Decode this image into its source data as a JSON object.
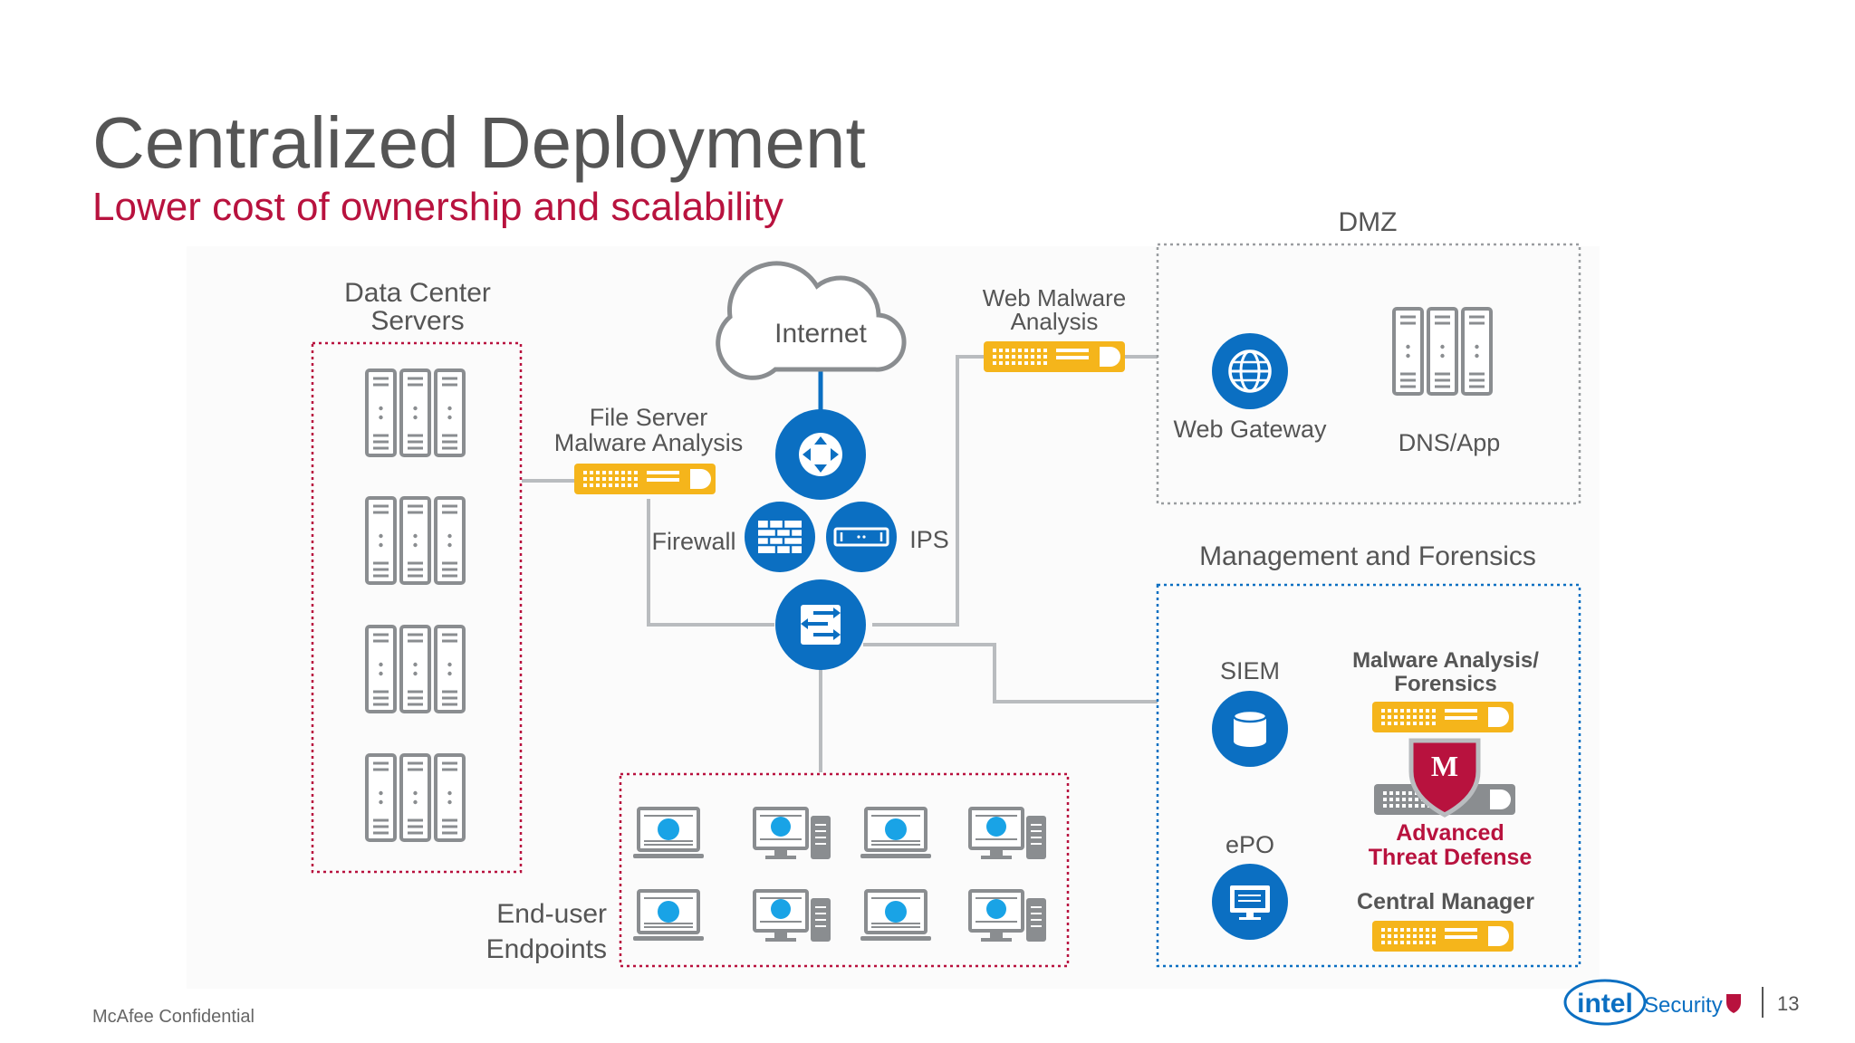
{
  "slide": {
    "title": "Centralized Deployment",
    "subtitle": "Lower cost of ownership and scalability",
    "footer": "McAfee Confidential",
    "page_number": "13",
    "logo_text": "intel",
    "logo_suffix": "Security"
  },
  "labels": {
    "data_center_1": "Data Center",
    "data_center_2": "Servers",
    "internet": "Internet",
    "file_server_1": "File Server",
    "file_server_2": "Malware Analysis",
    "web_malware_1": "Web Malware",
    "web_malware_2": "Analysis",
    "firewall": "Firewall",
    "ips": "IPS",
    "dmz": "DMZ",
    "web_gateway": "Web Gateway",
    "dns_app": "DNS/App",
    "mgmt": "Management and Forensics",
    "siem": "SIEM",
    "epo": "ePO",
    "maf_1": "Malware Analysis/",
    "maf_2": "Forensics",
    "atd_1": "Advanced",
    "atd_2": "Threat Defense",
    "central_manager": "Central  Manager",
    "endpoints_1": "End-user",
    "endpoints_2": "Endpoints"
  },
  "colors": {
    "accent_red": "#b8123e",
    "blue": "#0b6fc2",
    "yellow": "#f5b51b",
    "gray_line": "#b9bcbf",
    "device_gray": "#8a8d90"
  }
}
